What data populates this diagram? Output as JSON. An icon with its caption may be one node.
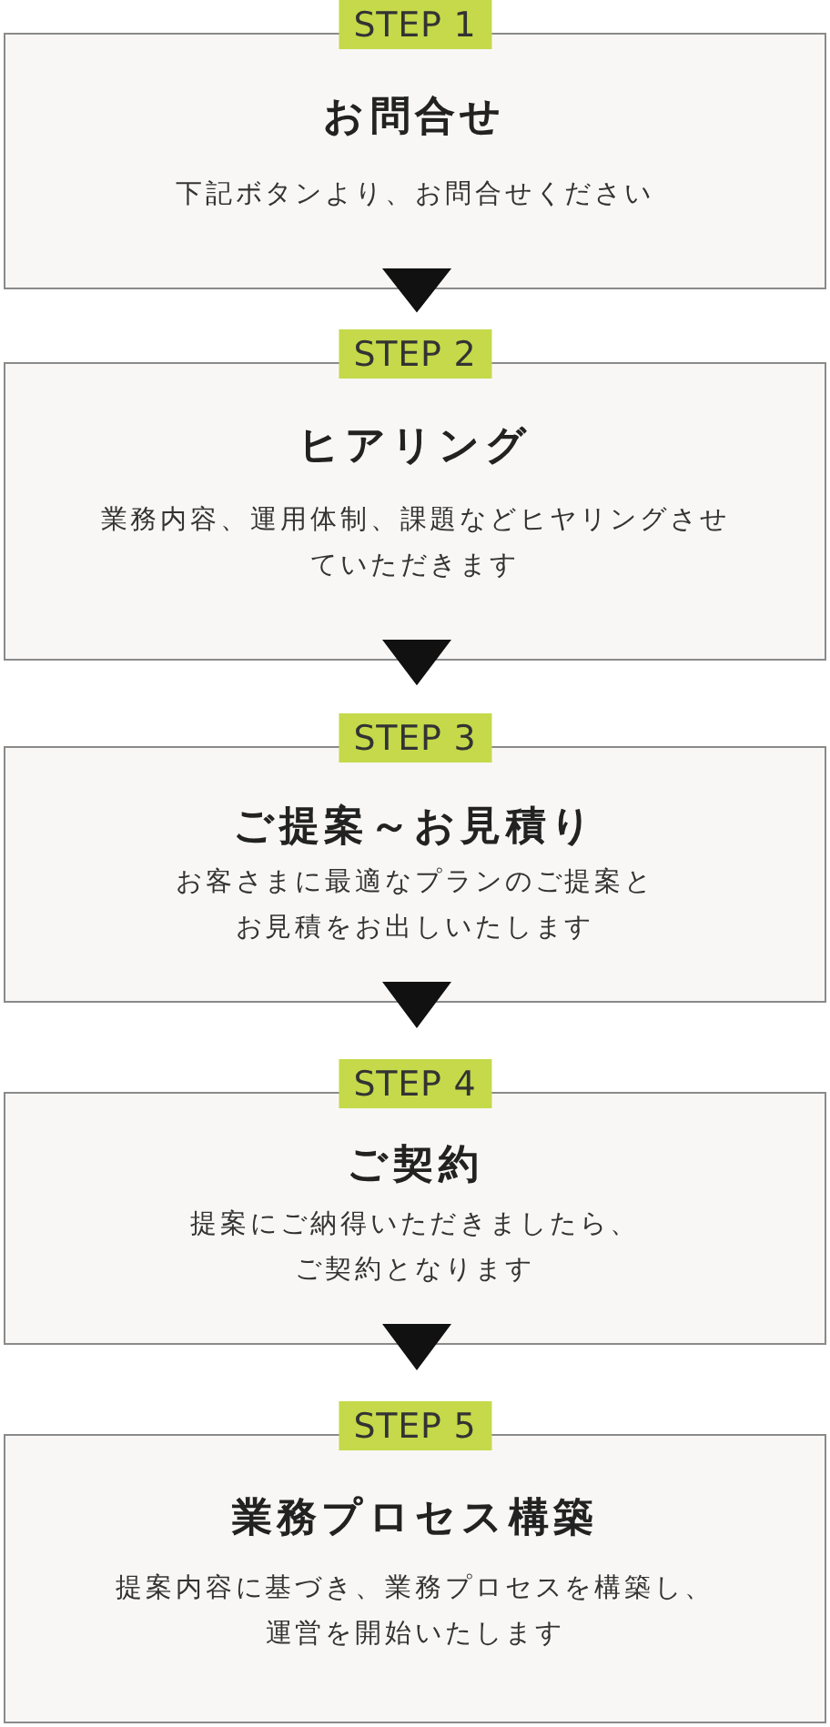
{
  "diagram": {
    "nodes": [
      {
        "text": [
          "STEP 1",
          "お問合せ",
          "下記ボタンより、お問合せください"
        ]
      },
      {
        "text": [
          "STEP 2",
          "ヒアリング",
          "業務内容、運用体制、課題などヒヤリングさせていただきます"
        ]
      },
      {
        "text": [
          "STEP 3",
          "ご提案～お見積り",
          "お客さまに最適なプランのご提案とお見積をお出しいたします"
        ]
      },
      {
        "text": [
          "STEP 4",
          "ご契約",
          "提案にご納得いただきましたら、ご契約となります"
        ]
      },
      {
        "text": [
          "STEP 5",
          "業務プロセス構築",
          "提案内容に基づき、業務プロセスを構築し、運営を開始いたします"
        ]
      }
    ],
    "edges": [
      {
        "from": 0,
        "to": 1,
        "arrow": "to"
      },
      {
        "from": 1,
        "to": 2,
        "arrow": "to"
      },
      {
        "from": 2,
        "to": 3,
        "arrow": "to"
      },
      {
        "from": 3,
        "to": 4,
        "arrow": "to"
      }
    ]
  }
}
